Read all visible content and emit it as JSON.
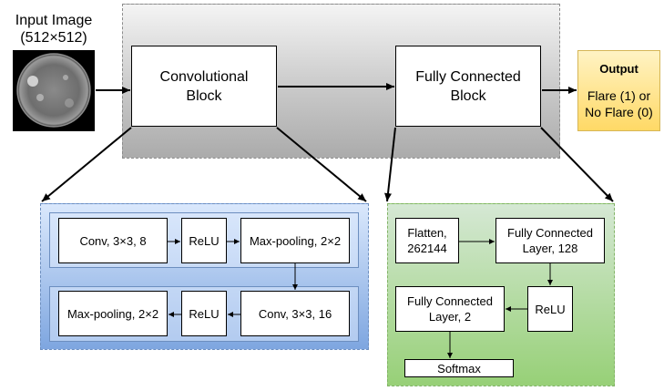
{
  "input": {
    "label": "Input Image\n(512×512)"
  },
  "blocks": {
    "conv": "Convolutional\nBlock",
    "fc": "Fully Connected\nBlock"
  },
  "output": {
    "title": "Output",
    "text": "Flare (1) or\nNo Flare (0)"
  },
  "conv_block": {
    "row1": [
      "Conv, 3×3, 8",
      "ReLU",
      "Max-pooling, 2×2"
    ],
    "row2": [
      "Max-pooling, 2×2",
      "ReLU",
      "Conv, 3×3, 16"
    ]
  },
  "fc_block": {
    "flatten": "Flatten,\n262144",
    "fc128": "Fully Connected\nLayer, 128",
    "relu": "ReLU",
    "fc2": "Fully Connected\nLayer, 2",
    "softmax": "Softmax"
  },
  "colors": {
    "output_fill": "#ffd966",
    "conv_panel": "#7ea6e0",
    "fc_panel": "#97d077"
  }
}
